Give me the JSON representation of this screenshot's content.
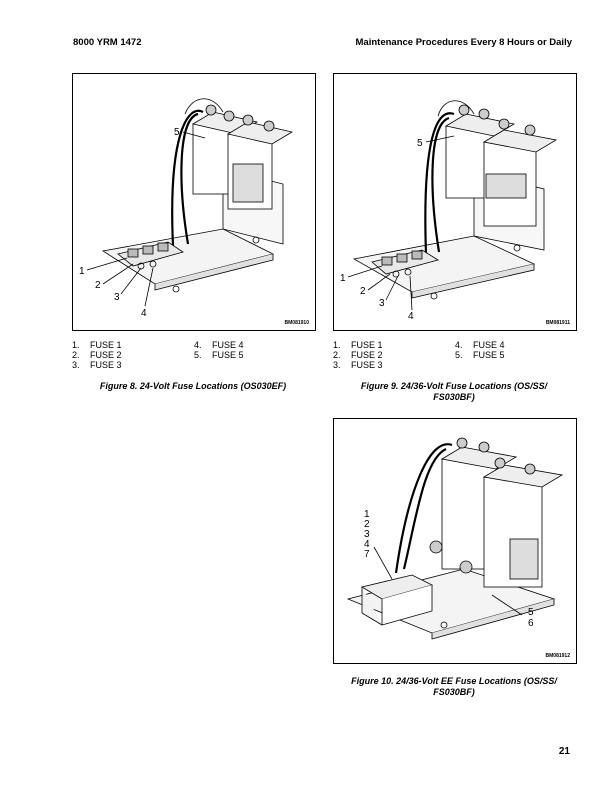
{
  "header": {
    "left": "8000 YRM 1472",
    "right": "Maintenance Procedures Every 8 Hours or Daily"
  },
  "figure8": {
    "code": "BM081910",
    "callouts": [
      "5",
      "1",
      "2",
      "3",
      "4"
    ],
    "legend_col1": [
      [
        "1.",
        "FUSE 1"
      ],
      [
        "2.",
        "FUSE 2"
      ],
      [
        "3.",
        "FUSE 3"
      ]
    ],
    "legend_col2": [
      [
        "4.",
        "FUSE 4"
      ],
      [
        "5.",
        "FUSE 5"
      ]
    ],
    "caption": "Figure 8. 24-Volt Fuse Locations (OS030EF)"
  },
  "figure9": {
    "code": "BM081911",
    "callouts": [
      "5",
      "1",
      "2",
      "3",
      "4"
    ],
    "legend_col1": [
      [
        "1.",
        "FUSE 1"
      ],
      [
        "2.",
        "FUSE 2"
      ],
      [
        "3.",
        "FUSE 3"
      ]
    ],
    "legend_col2": [
      [
        "4.",
        "FUSE 4"
      ],
      [
        "5.",
        "FUSE 5"
      ]
    ],
    "caption_line1": "Figure 9. 24/36-Volt Fuse Locations (OS/SS/",
    "caption_line2": "FS030BF)"
  },
  "figure10": {
    "code": "BM081912",
    "callouts_left": [
      "1",
      "2",
      "3",
      "4",
      "7"
    ],
    "callouts_right": [
      "5",
      "6"
    ],
    "caption_line1": "Figure 10. 24/36-Volt EE Fuse Locations (OS/SS/",
    "caption_line2": "FS030BF)"
  },
  "page_number": "21"
}
